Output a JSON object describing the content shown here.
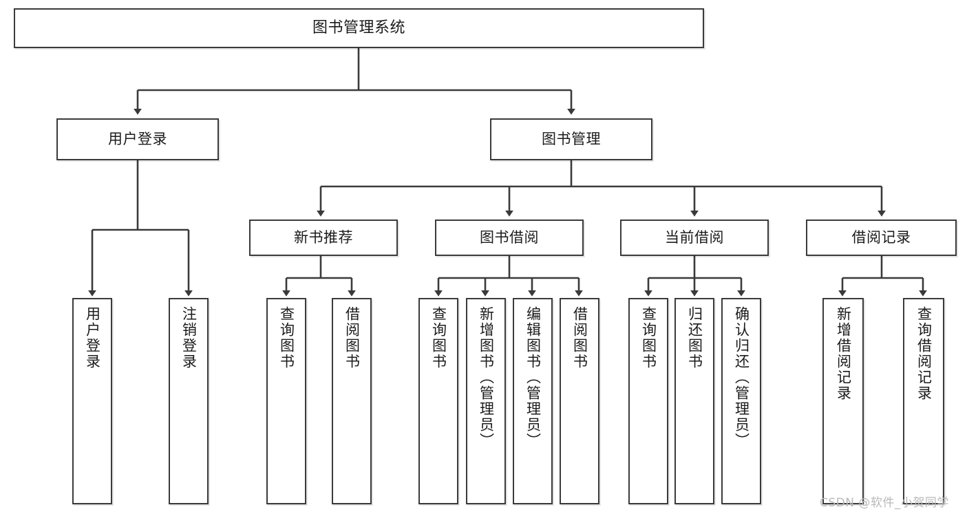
{
  "diagram": {
    "type": "tree-hierarchy-chart",
    "title": "图书管理系统",
    "watermark": "CSDN @软件_小贺同学",
    "colors": {
      "stroke": "#3a3a3a",
      "fill": "#ffffff",
      "text": "#1b1b1b",
      "watermark": "#b9b9b9"
    },
    "levels": {
      "root": {
        "label": "图书管理系统"
      },
      "level1": [
        {
          "label": "用户登录"
        },
        {
          "label": "图书管理"
        }
      ],
      "level2": [
        {
          "label": "新书推荐"
        },
        {
          "label": "图书借阅"
        },
        {
          "label": "当前借阅"
        },
        {
          "label": "借阅记录"
        }
      ],
      "leaves": [
        {
          "label": "用户登录",
          "parent": "用户登录"
        },
        {
          "label": "注销登录",
          "parent": "用户登录"
        },
        {
          "label": "查询图书",
          "parent": "新书推荐"
        },
        {
          "label": "借阅图书",
          "parent": "新书推荐"
        },
        {
          "label": "查询图书",
          "parent": "图书借阅"
        },
        {
          "label": "新增图书（管理员）",
          "parent": "图书借阅"
        },
        {
          "label": "编辑图书（管理员）",
          "parent": "图书借阅"
        },
        {
          "label": "借阅图书",
          "parent": "图书借阅"
        },
        {
          "label": "查询图书",
          "parent": "当前借阅"
        },
        {
          "label": "归还图书",
          "parent": "当前借阅"
        },
        {
          "label": "确认归还（管理员）",
          "parent": "当前借阅"
        },
        {
          "label": "新增借阅记录",
          "parent": "借阅记录"
        },
        {
          "label": "查询借阅记录",
          "parent": "借阅记录"
        }
      ]
    }
  }
}
